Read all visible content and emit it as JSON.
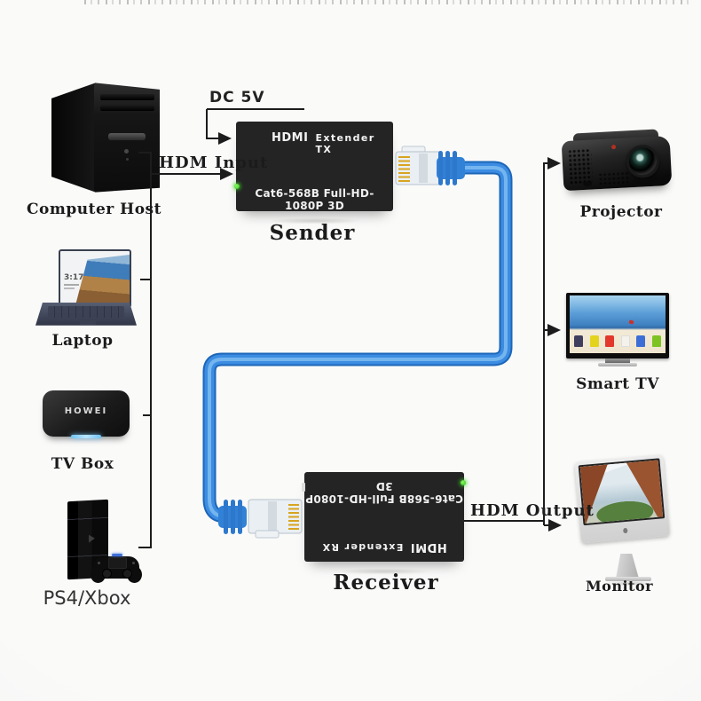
{
  "connections": {
    "power_label": "DC 5V",
    "input_label": "HDM Input",
    "output_label": "HDM Output"
  },
  "sender": {
    "brand": "HDMI",
    "model": "Extender TX",
    "spec": "Cat6-568B Full-HD-1080P 3D",
    "caption": "Sender"
  },
  "receiver": {
    "brand": "HDMI",
    "model": "Extender RX",
    "spec": "Cat6-568B Full-HD-1080P 3D",
    "caption": "Receiver"
  },
  "sources": [
    {
      "label": "Computer Host"
    },
    {
      "label": "Laptop",
      "screen_time": "3:17"
    },
    {
      "label": "TV Box",
      "logo": "HOWEI"
    },
    {
      "label": "PS4/Xbox"
    }
  ],
  "outputs": [
    {
      "label": "Projector"
    },
    {
      "label": "Smart TV"
    },
    {
      "label": "Monitor"
    }
  ],
  "colors": {
    "cable_blue": "#3b8ce2",
    "led_green": "#35c61f",
    "unit_black": "#242424"
  }
}
